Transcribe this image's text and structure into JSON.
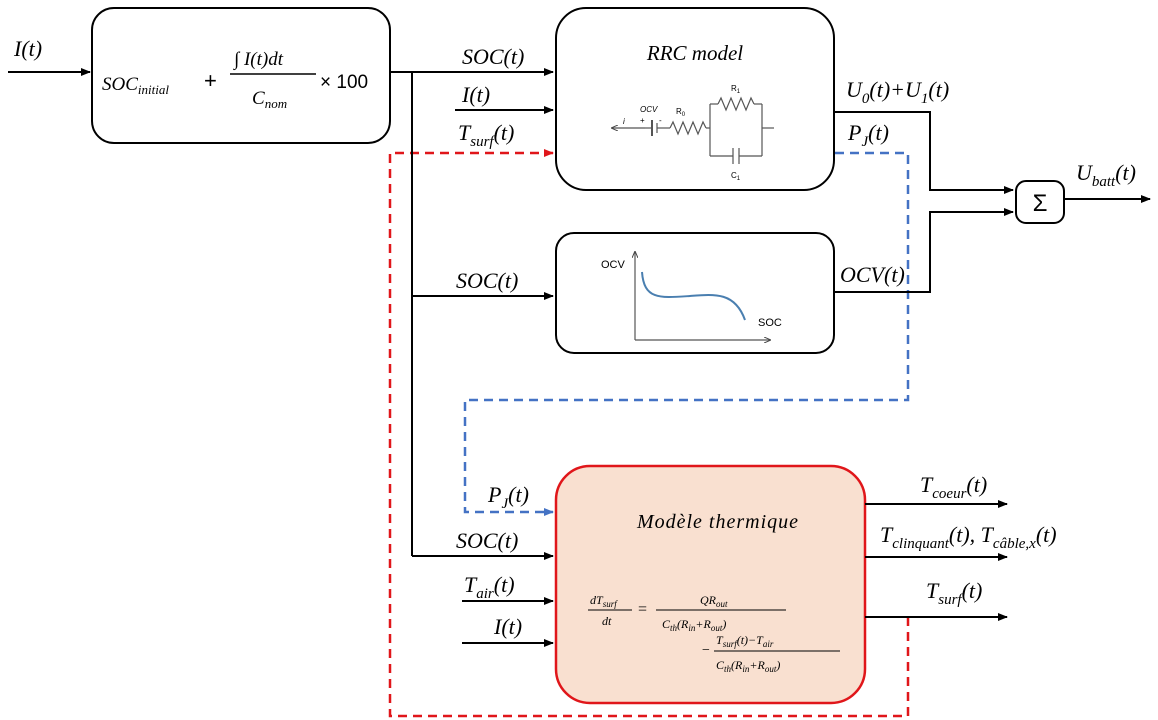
{
  "colors": {
    "line": "#000000",
    "feedback_red": "#e0161a",
    "feedback_blue": "#4472c4",
    "thermal_fill": "#f9e0d0",
    "thermal_border": "#e0161a"
  },
  "inputs": {
    "current": "I(t)"
  },
  "soc_block": {
    "soc_initial_base": "SOC",
    "soc_initial_sub": "initial",
    "plus": "+",
    "integral_num": "∫ I(t)dt",
    "denom_base": "C",
    "denom_sub": "nom",
    "times_100": "× 100"
  },
  "rrc_block": {
    "title": "RRC model",
    "in_soc": "SOC(t)",
    "in_current": "I(t)",
    "in_tsurf_base": "T",
    "in_tsurf_sub": "surf",
    "in_tsurf_tail": "(t)",
    "out_u_text": "U",
    "out_u0_sub": "0",
    "out_u_mid": "(t)+U",
    "out_u1_sub": "1",
    "out_u_tail": "(t)",
    "out_pj_base": "P",
    "out_pj_sub": "J",
    "out_pj_tail": "(t)",
    "circuit": {
      "ocv_label": "OCV",
      "plus_label": "+",
      "minus_label": "-",
      "i_label": "i",
      "r0_base": "R",
      "r0_sub": "0",
      "r1_base": "R",
      "r1_sub": "1",
      "c1_base": "C",
      "c1_sub": "1"
    }
  },
  "ocv_block": {
    "in_soc": "SOC(t)",
    "y_axis_label": "OCV",
    "x_axis_label": "SOC",
    "out_ocv": "OCV(t)"
  },
  "sum_block": {
    "symbol": "Σ",
    "out_base": "U",
    "out_sub": "batt",
    "out_tail": "(t)"
  },
  "thermal_block": {
    "title": "Modèle thermique",
    "in_pj_base": "P",
    "in_pj_sub": "J",
    "in_pj_tail": "(t)",
    "in_soc": "SOC(t)",
    "in_tair_base": "T",
    "in_tair_sub": "air",
    "in_tair_tail": "(t)",
    "in_current": "I(t)",
    "eq_lhs_num_base": "dT",
    "eq_lhs_num_sub": "surf",
    "eq_lhs_den": "dt",
    "eq_equals": "=",
    "eq_t1_num_base": "QR",
    "eq_t1_num_sub": "out",
    "eq_den_base": "C",
    "eq_den_sub_th": "th",
    "eq_den_mid": "(R",
    "eq_den_sub_in": "in",
    "eq_den_plus": "+R",
    "eq_den_sub_out": "out",
    "eq_den_close": ")",
    "eq_minus": "−",
    "eq_t2_num_base": "T",
    "eq_t2_num_sub": "surf",
    "eq_t2_num_mid": "(t)−T",
    "eq_t2_num_sub2": "air",
    "out_tcoeur_base": "T",
    "out_tcoeur_sub": "coeur",
    "out_tcoeur_tail": "(t)",
    "out_tcl_base": "T",
    "out_tcl_sub": "clinquant",
    "out_tcl_mid": "(t),  T",
    "out_tcable_sub": "câble,x",
    "out_tcable_tail": "(t)",
    "out_tsurf_base": "T",
    "out_tsurf_sub": "surf",
    "out_tsurf_tail": "(t)"
  }
}
